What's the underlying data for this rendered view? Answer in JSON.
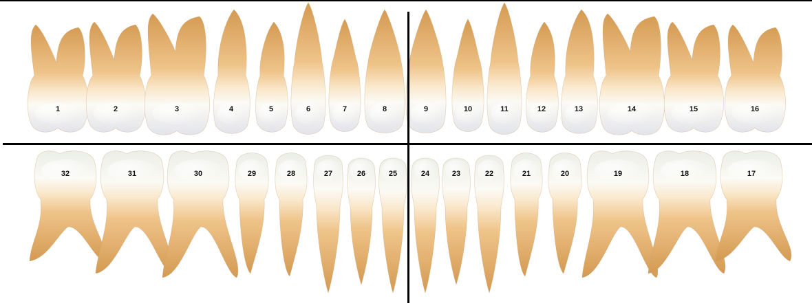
{
  "colors": {
    "root_dark": "#d49a52",
    "root_light": "#f8dfb6",
    "crown_light": "#ffffff",
    "crown_shade": "#e3e4ea",
    "divider": "#000000"
  },
  "upper_arch": {
    "teeth": [
      {
        "number": "1",
        "type": "molar"
      },
      {
        "number": "2",
        "type": "molar"
      },
      {
        "number": "3",
        "type": "molar"
      },
      {
        "number": "4",
        "type": "premolar"
      },
      {
        "number": "5",
        "type": "premolar"
      },
      {
        "number": "6",
        "type": "canine"
      },
      {
        "number": "7",
        "type": "lateral-incisor"
      },
      {
        "number": "8",
        "type": "central-incisor"
      },
      {
        "number": "9",
        "type": "central-incisor"
      },
      {
        "number": "10",
        "type": "lateral-incisor"
      },
      {
        "number": "11",
        "type": "canine"
      },
      {
        "number": "12",
        "type": "premolar"
      },
      {
        "number": "13",
        "type": "premolar"
      },
      {
        "number": "14",
        "type": "molar"
      },
      {
        "number": "15",
        "type": "molar"
      },
      {
        "number": "16",
        "type": "molar"
      }
    ]
  },
  "lower_arch": {
    "teeth": [
      {
        "number": "32",
        "type": "molar"
      },
      {
        "number": "31",
        "type": "molar"
      },
      {
        "number": "30",
        "type": "molar"
      },
      {
        "number": "29",
        "type": "premolar"
      },
      {
        "number": "28",
        "type": "premolar"
      },
      {
        "number": "27",
        "type": "canine"
      },
      {
        "number": "26",
        "type": "lateral-incisor"
      },
      {
        "number": "25",
        "type": "central-incisor"
      },
      {
        "number": "24",
        "type": "central-incisor"
      },
      {
        "number": "23",
        "type": "lateral-incisor"
      },
      {
        "number": "22",
        "type": "canine"
      },
      {
        "number": "21",
        "type": "premolar"
      },
      {
        "number": "20",
        "type": "premolar"
      },
      {
        "number": "19",
        "type": "molar"
      },
      {
        "number": "18",
        "type": "molar"
      },
      {
        "number": "17",
        "type": "molar"
      }
    ]
  }
}
